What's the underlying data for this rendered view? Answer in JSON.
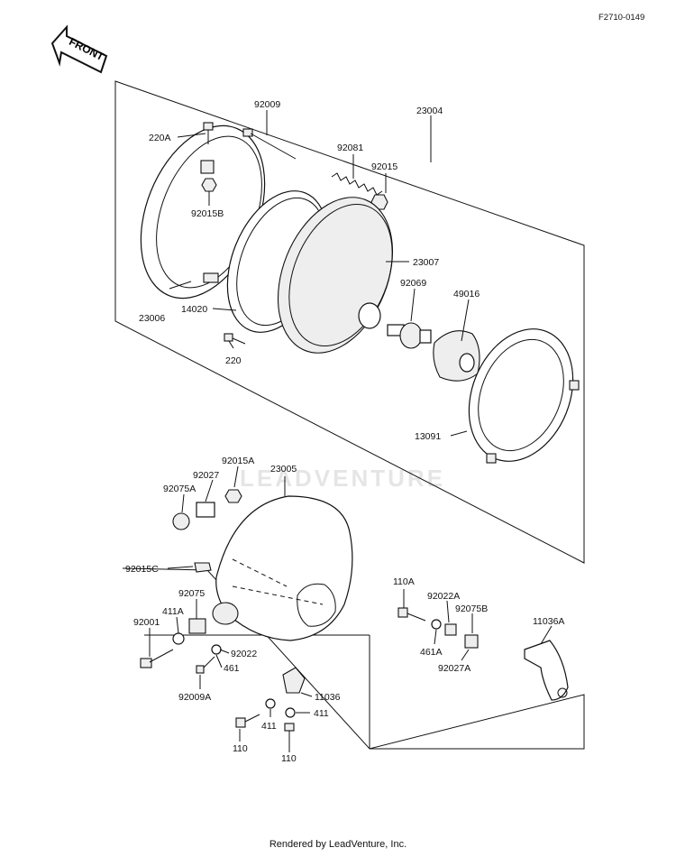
{
  "figure_code": "F2710-0149",
  "front_arrow_label": "FRONT",
  "watermark_text": "LEADVENTURE",
  "footer": "Rendered by LeadVenture, Inc.",
  "labels": {
    "p220A": "220A",
    "p92009": "92009",
    "p23004": "23004",
    "p92081": "92081",
    "p92015": "92015",
    "p92015B": "92015B",
    "p23007": "23007",
    "p92069": "92069",
    "p49016": "49016",
    "p23006": "23006",
    "p14020": "14020",
    "p220": "220",
    "p13091": "13091",
    "p92015A": "92015A",
    "p23005": "23005",
    "p92027": "92027",
    "p92075A": "92075A",
    "p92015C": "92015C",
    "p92075": "92075",
    "p411A": "411A",
    "p92001": "92001",
    "p92022": "92022",
    "p461": "461",
    "p92009A": "92009A",
    "p11036": "11036",
    "p411a": "411",
    "p411b": "411",
    "p110a": "110",
    "p110b": "110",
    "p110A": "110A",
    "p92022A": "92022A",
    "p92075B": "92075B",
    "p461A": "461A",
    "p92027A": "92027A",
    "p11036A": "11036A"
  }
}
